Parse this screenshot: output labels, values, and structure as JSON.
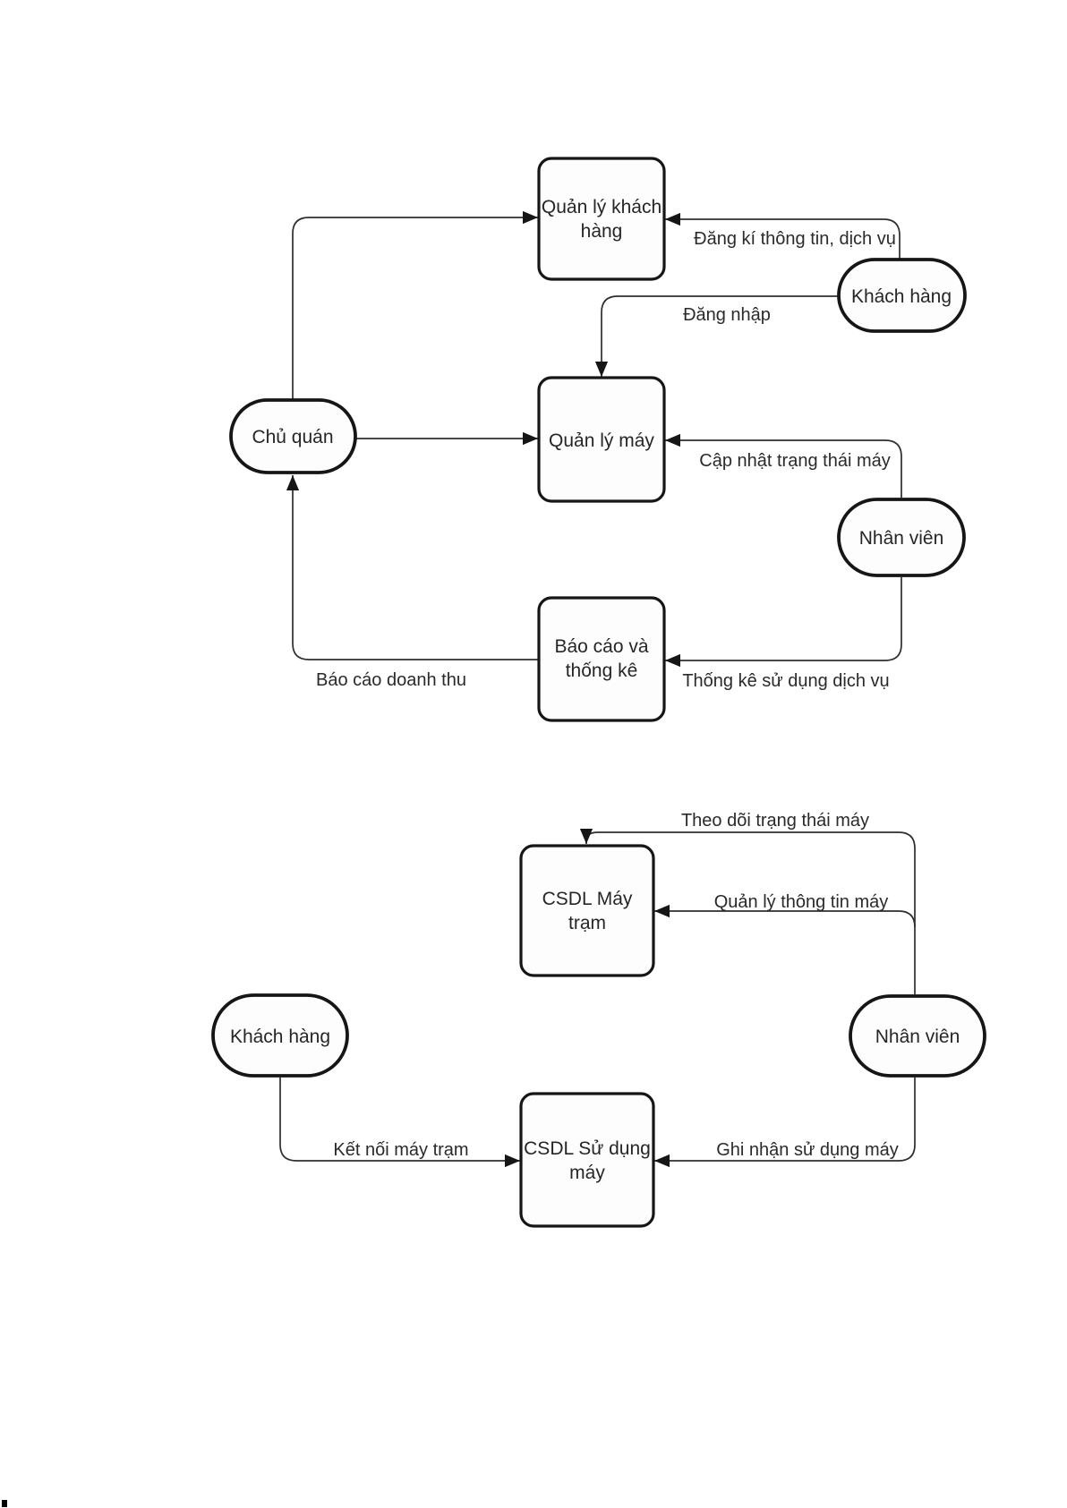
{
  "colors": {
    "background": "#ffffff",
    "shape_stroke": "#161616",
    "shape_fill": "#fdfdfd",
    "connector": "#2e2e2e",
    "text": "#262626"
  },
  "diagram_top": {
    "nodes": {
      "quan_ly_khach_hang": {
        "type": "process",
        "label": "Quản lý khách hàng",
        "line1": "Quản lý khách",
        "line2": "hàng"
      },
      "quan_ly_may": {
        "type": "process",
        "label": "Quản lý máy"
      },
      "bao_cao_thong_ke": {
        "type": "process",
        "label": "Báo cáo và thống kê",
        "line1": "Báo cáo và",
        "line2": "thống kê"
      },
      "chu_quan": {
        "type": "actor",
        "label": "Chủ quán"
      },
      "khach_hang": {
        "type": "actor",
        "label": "Khách hàng"
      },
      "nhan_vien": {
        "type": "actor",
        "label": "Nhân viên"
      }
    },
    "edges": {
      "chu_quan_to_quan_ly_khach_hang": {
        "from": "chu_quan",
        "to": "quan_ly_khach_hang",
        "label": ""
      },
      "dang_ki": {
        "from": "khach_hang",
        "to": "quan_ly_khach_hang",
        "label": "Đăng kí thông tin, dịch vụ"
      },
      "dang_nhap": {
        "from": "khach_hang",
        "to": "quan_ly_may",
        "label": "Đăng nhập"
      },
      "chu_quan_to_quan_ly_may": {
        "from": "chu_quan",
        "to": "quan_ly_may",
        "label": ""
      },
      "cap_nhat": {
        "from": "nhan_vien",
        "to": "quan_ly_may",
        "label": "Cập nhật trạng thái máy"
      },
      "thong_ke": {
        "from": "nhan_vien",
        "to": "bao_cao_thong_ke",
        "label": "Thống kê sử dụng dịch vụ"
      },
      "bao_cao_doanh_thu": {
        "from": "bao_cao_thong_ke",
        "to": "chu_quan",
        "label": "Báo cáo doanh thu"
      }
    }
  },
  "diagram_bottom": {
    "nodes": {
      "csdl_may_tram": {
        "type": "process",
        "label": "CSDL Máy trạm",
        "line1": "CSDL Máy",
        "line2": "trạm"
      },
      "csdl_su_dung_may": {
        "type": "process",
        "label": "CSDL Sử dụng máy",
        "line1": "CSDL Sử dụng",
        "line2": "máy"
      },
      "khach_hang": {
        "type": "actor",
        "label": "Khách hàng"
      },
      "nhan_vien": {
        "type": "actor",
        "label": "Nhân viên"
      }
    },
    "edges": {
      "theo_doi": {
        "from": "nhan_vien",
        "to": "csdl_may_tram",
        "label": "Theo dõi trạng thái máy"
      },
      "quan_ly_thong_tin": {
        "from": "nhan_vien",
        "to": "csdl_may_tram",
        "label": "Quản lý thông tin máy"
      },
      "ket_noi": {
        "from": "khach_hang",
        "to": "csdl_su_dung_may",
        "label": "Kết nối máy trạm"
      },
      "ghi_nhan": {
        "from": "nhan_vien",
        "to": "csdl_su_dung_may",
        "label": "Ghi nhận sử dụng máy"
      }
    }
  }
}
